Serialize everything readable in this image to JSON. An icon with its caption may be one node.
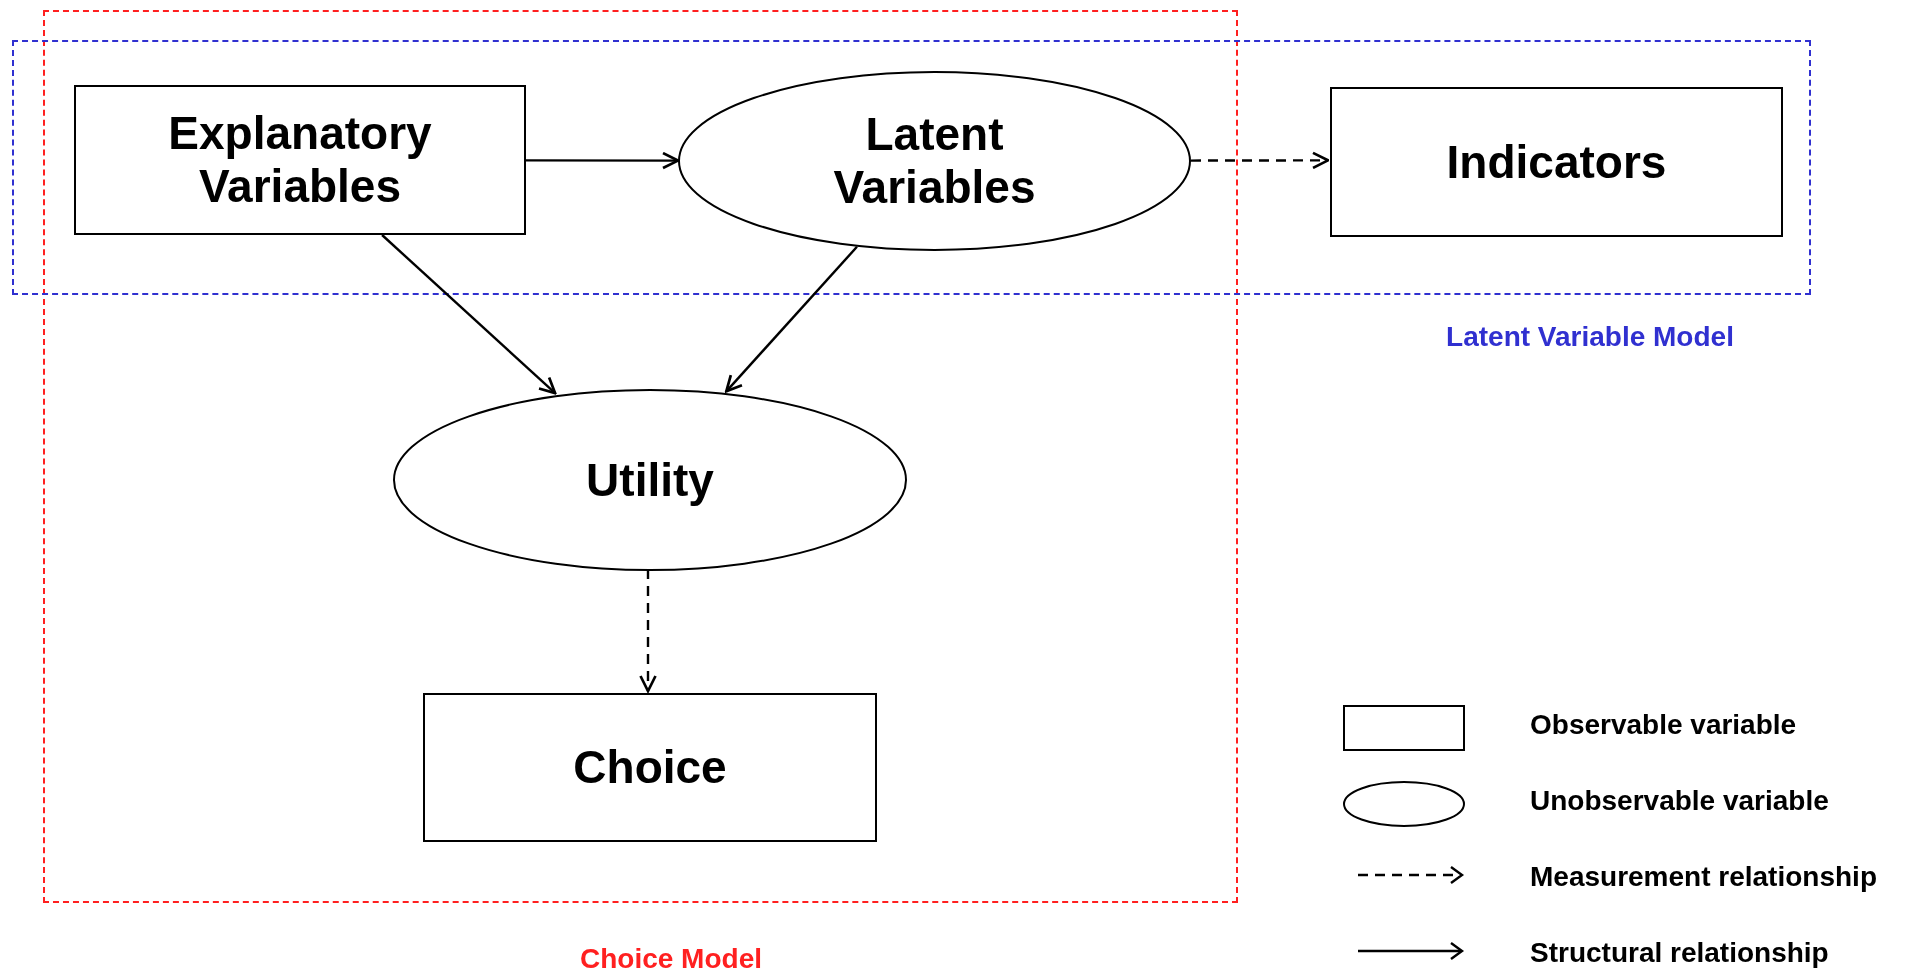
{
  "diagram": {
    "nodes": [
      {
        "text": [
          "Choice Model"
        ]
      },
      {
        "text": [
          "Latent Variable Model"
        ]
      },
      {
        "text": [
          "Explanatory Variables"
        ]
      },
      {
        "text": [
          "Latent Variables"
        ]
      },
      {
        "text": [
          "Indicators"
        ],
        "in": 1
      },
      {
        "text": [
          "Utility"
        ],
        "in": 0
      },
      {
        "text": [
          "Choice"
        ],
        "in": 0
      }
    ],
    "edges": [
      {
        "from": 2,
        "to": 3,
        "arrow": "to"
      },
      {
        "from": 3,
        "to": 4,
        "arrow": "to",
        "style": "dashed"
      },
      {
        "from": 2,
        "to": 5,
        "arrow": "to"
      },
      {
        "from": 3,
        "to": 5,
        "arrow": "to"
      },
      {
        "from": 5,
        "to": 6,
        "arrow": "to",
        "style": "dashed"
      }
    ],
    "legend": [
      {
        "text": "Observable variable"
      },
      {
        "text": "Unobservable variable"
      },
      {
        "text": "Measurement relationship"
      },
      {
        "text": "Structural relationship"
      }
    ]
  }
}
